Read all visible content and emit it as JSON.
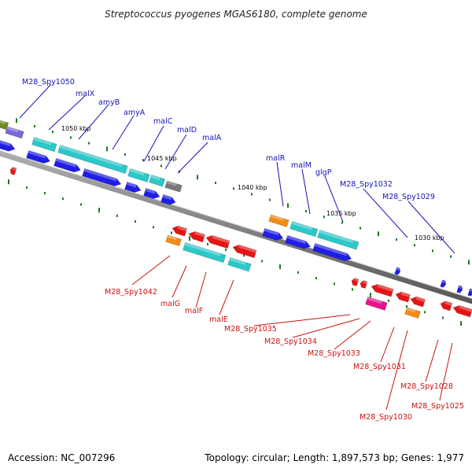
{
  "title": "Streptococcus pyogenes MGAS6180, complete genome",
  "footer": {
    "accession": "Accession: NC_007296",
    "summary": "Topology: circular; Length: 1,897,573 bp; Genes: 1,977"
  },
  "colors": {
    "backbone": "#8a8a8a",
    "tick": "#1f7a1f",
    "blue_label": "#1414b4",
    "red_label": "#cc1010",
    "gene_blue": "#1e1ee6",
    "gene_cyan": "#2cc8c8",
    "gene_red": "#e61414",
    "gene_orange": "#f08c14",
    "gene_magenta": "#e6148c",
    "gene_gray": "#787878",
    "gene_purple": "#7a6ad6",
    "gene_olive": "#6e8c1e"
  },
  "kbp_labels": [
    "1050 kbp",
    "1045 kbp",
    "1040 kbp",
    "1035 kbp",
    "1030 kbp"
  ],
  "upper_labels": [
    "M28_Spy1050",
    "malX",
    "amyB",
    "amyA",
    "malC",
    "malD",
    "malA",
    "malR",
    "malM",
    "glgP",
    "M28_Spy1032",
    "M28_Spy1029"
  ],
  "lower_labels": [
    "M28_Spy1042",
    "malG",
    "malF",
    "malE",
    "M28_Spy1035",
    "M28_Spy1034",
    "M28_Spy1033",
    "M28_Spy1031",
    "M28_Spy1030",
    "M28_Spy1028",
    "M28_Spy1025"
  ]
}
